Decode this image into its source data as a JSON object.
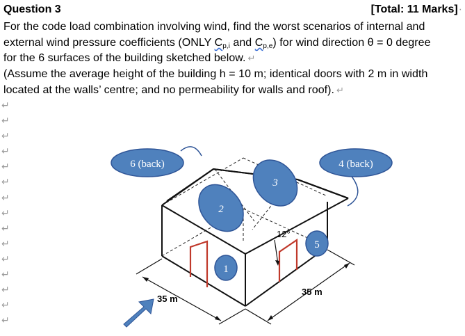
{
  "header": {
    "question": "Question 3",
    "total": "[Total: 11 Marks]"
  },
  "paragraph": {
    "line1": "For the code load combination involving wind, find the worst scenarios of internal and",
    "line2_a": "external wind pressure coefficients (ONLY ",
    "cp": "C",
    "pi_sub": "p,i",
    "and": " and ",
    "pe_sub": "p,e",
    "line2_b": ") for wind direction θ = 0 degree",
    "line3": "for the 6 surfaces of the building sketched below.",
    "line4": "(Assume the average height of the building h = 10 m; identical doors with 2 m in width",
    "line5": "located at the walls’ centre; and no permeability for walls and roof)."
  },
  "paragraph_mark": "↵",
  "figure": {
    "surface_labels": [
      "1",
      "2",
      "3",
      "4 (back)",
      "5",
      "6 (back)"
    ],
    "angle_label": "12°",
    "dim_left": "35 m",
    "dim_right": "35 m",
    "colors": {
      "bubble_fill": "#4f81bd",
      "bubble_stroke": "#2f5597",
      "door": "#c0392b",
      "arrow": "#4f81bd"
    },
    "icons": [
      "wind-arrow-icon"
    ]
  }
}
